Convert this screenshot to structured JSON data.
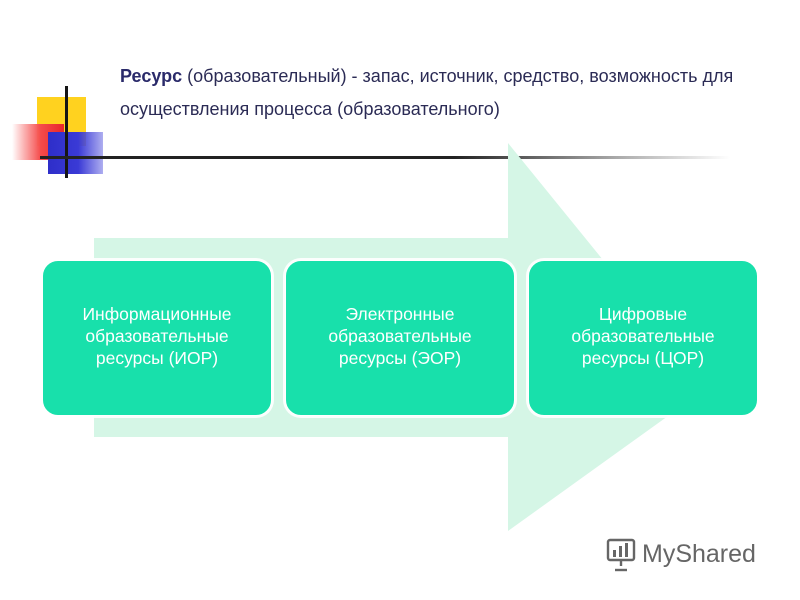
{
  "title": {
    "term": "Ресурс",
    "definition": " (образовательный) - запас, источник,  средство, возможность для осуществления процесса (образовательного)"
  },
  "boxes": [
    {
      "label": "Информационные образовательные ресурсы (ИОР)"
    },
    {
      "label": "Электронные образовательные ресурсы (ЭОР)"
    },
    {
      "label": "Цифровые образовательные ресурсы (ЦОР)"
    }
  ],
  "colors": {
    "box": "#18e0ab",
    "arrow": "#d5f6e6",
    "title_text": "#2b2b55",
    "deco_yellow": "#ffd21f",
    "deco_red": "#e8262a",
    "deco_blue": "#2e2ec9"
  },
  "watermark": {
    "text": "MyShared",
    "icon": "myshared-logo-icon"
  }
}
